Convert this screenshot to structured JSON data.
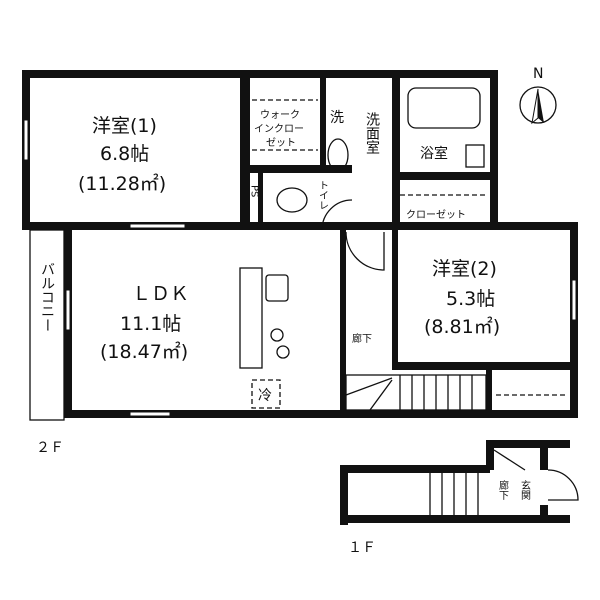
{
  "compass": {
    "label": "N"
  },
  "floors": {
    "upper": "２Ｆ",
    "lower": "１Ｆ"
  },
  "rooms": {
    "western1": {
      "name": "洋室(1)",
      "size_jo": "6.8帖",
      "area": "(11.28㎡)"
    },
    "ldk": {
      "name": "ＬＤＫ",
      "size_jo": "11.1帖",
      "area": "(18.47㎡)"
    },
    "western2": {
      "name": "洋室(2)",
      "size_jo": "5.3帖",
      "area": "(8.81㎡)"
    },
    "walkin_closet": {
      "lines": [
        "ウォーク",
        "インクロー",
        "ゼット"
      ]
    },
    "washer": "洗",
    "washroom": "洗面室",
    "bathroom": "浴室",
    "ps": "PS",
    "toilet": "トイレ",
    "closet": "クローゼット",
    "balcony": "バルコニー",
    "fridge": "冷",
    "hallway_2f": "廊下",
    "hallway_1f": "廊下",
    "entrance": "玄関"
  }
}
